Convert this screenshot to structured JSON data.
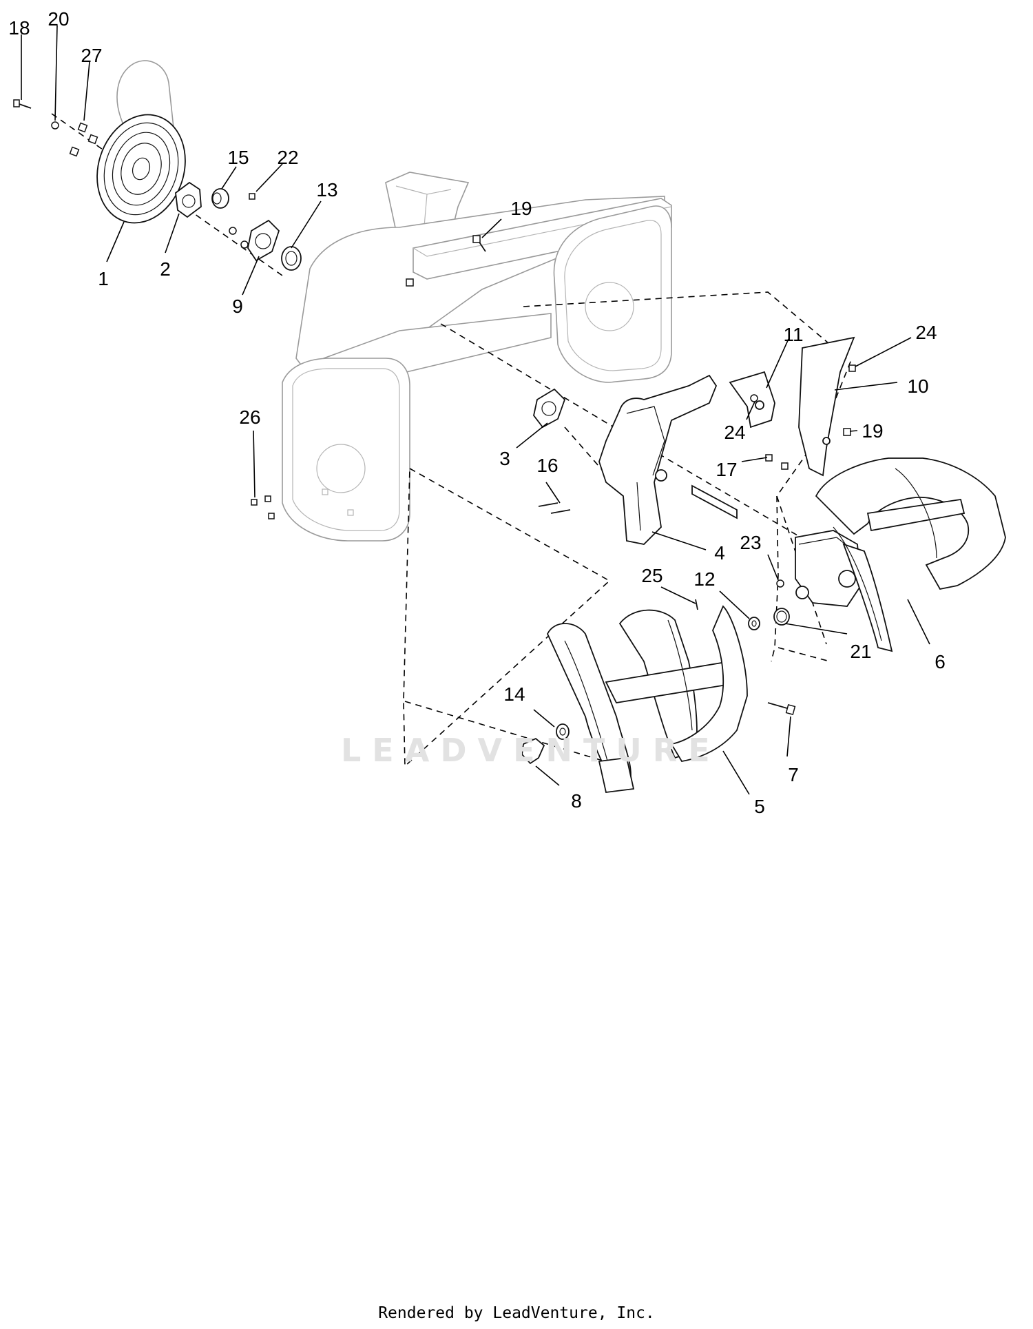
{
  "callouts": [
    {
      "id": "c1",
      "label": "1"
    },
    {
      "id": "c2",
      "label": "2"
    },
    {
      "id": "c3",
      "label": "3"
    },
    {
      "id": "c4",
      "label": "4"
    },
    {
      "id": "c5",
      "label": "5"
    },
    {
      "id": "c6",
      "label": "6"
    },
    {
      "id": "c7",
      "label": "7"
    },
    {
      "id": "c8",
      "label": "8"
    },
    {
      "id": "c9",
      "label": "9"
    },
    {
      "id": "c10",
      "label": "10"
    },
    {
      "id": "c11",
      "label": "11"
    },
    {
      "id": "c12",
      "label": "12"
    },
    {
      "id": "c13",
      "label": "13"
    },
    {
      "id": "c14",
      "label": "14"
    },
    {
      "id": "c15",
      "label": "15"
    },
    {
      "id": "c16",
      "label": "16"
    },
    {
      "id": "c17",
      "label": "17"
    },
    {
      "id": "c18",
      "label": "18"
    },
    {
      "id": "c19a",
      "label": "19"
    },
    {
      "id": "c19b",
      "label": "19"
    },
    {
      "id": "c20",
      "label": "20"
    },
    {
      "id": "c21",
      "label": "21"
    },
    {
      "id": "c22",
      "label": "22"
    },
    {
      "id": "c23",
      "label": "23"
    },
    {
      "id": "c24a",
      "label": "24"
    },
    {
      "id": "c24b",
      "label": "24"
    },
    {
      "id": "c25",
      "label": "25"
    },
    {
      "id": "c26",
      "label": "26"
    },
    {
      "id": "c27",
      "label": "27"
    }
  ],
  "watermark": "LEADVENTURE",
  "footer": "Rendered by LeadVenture, Inc."
}
